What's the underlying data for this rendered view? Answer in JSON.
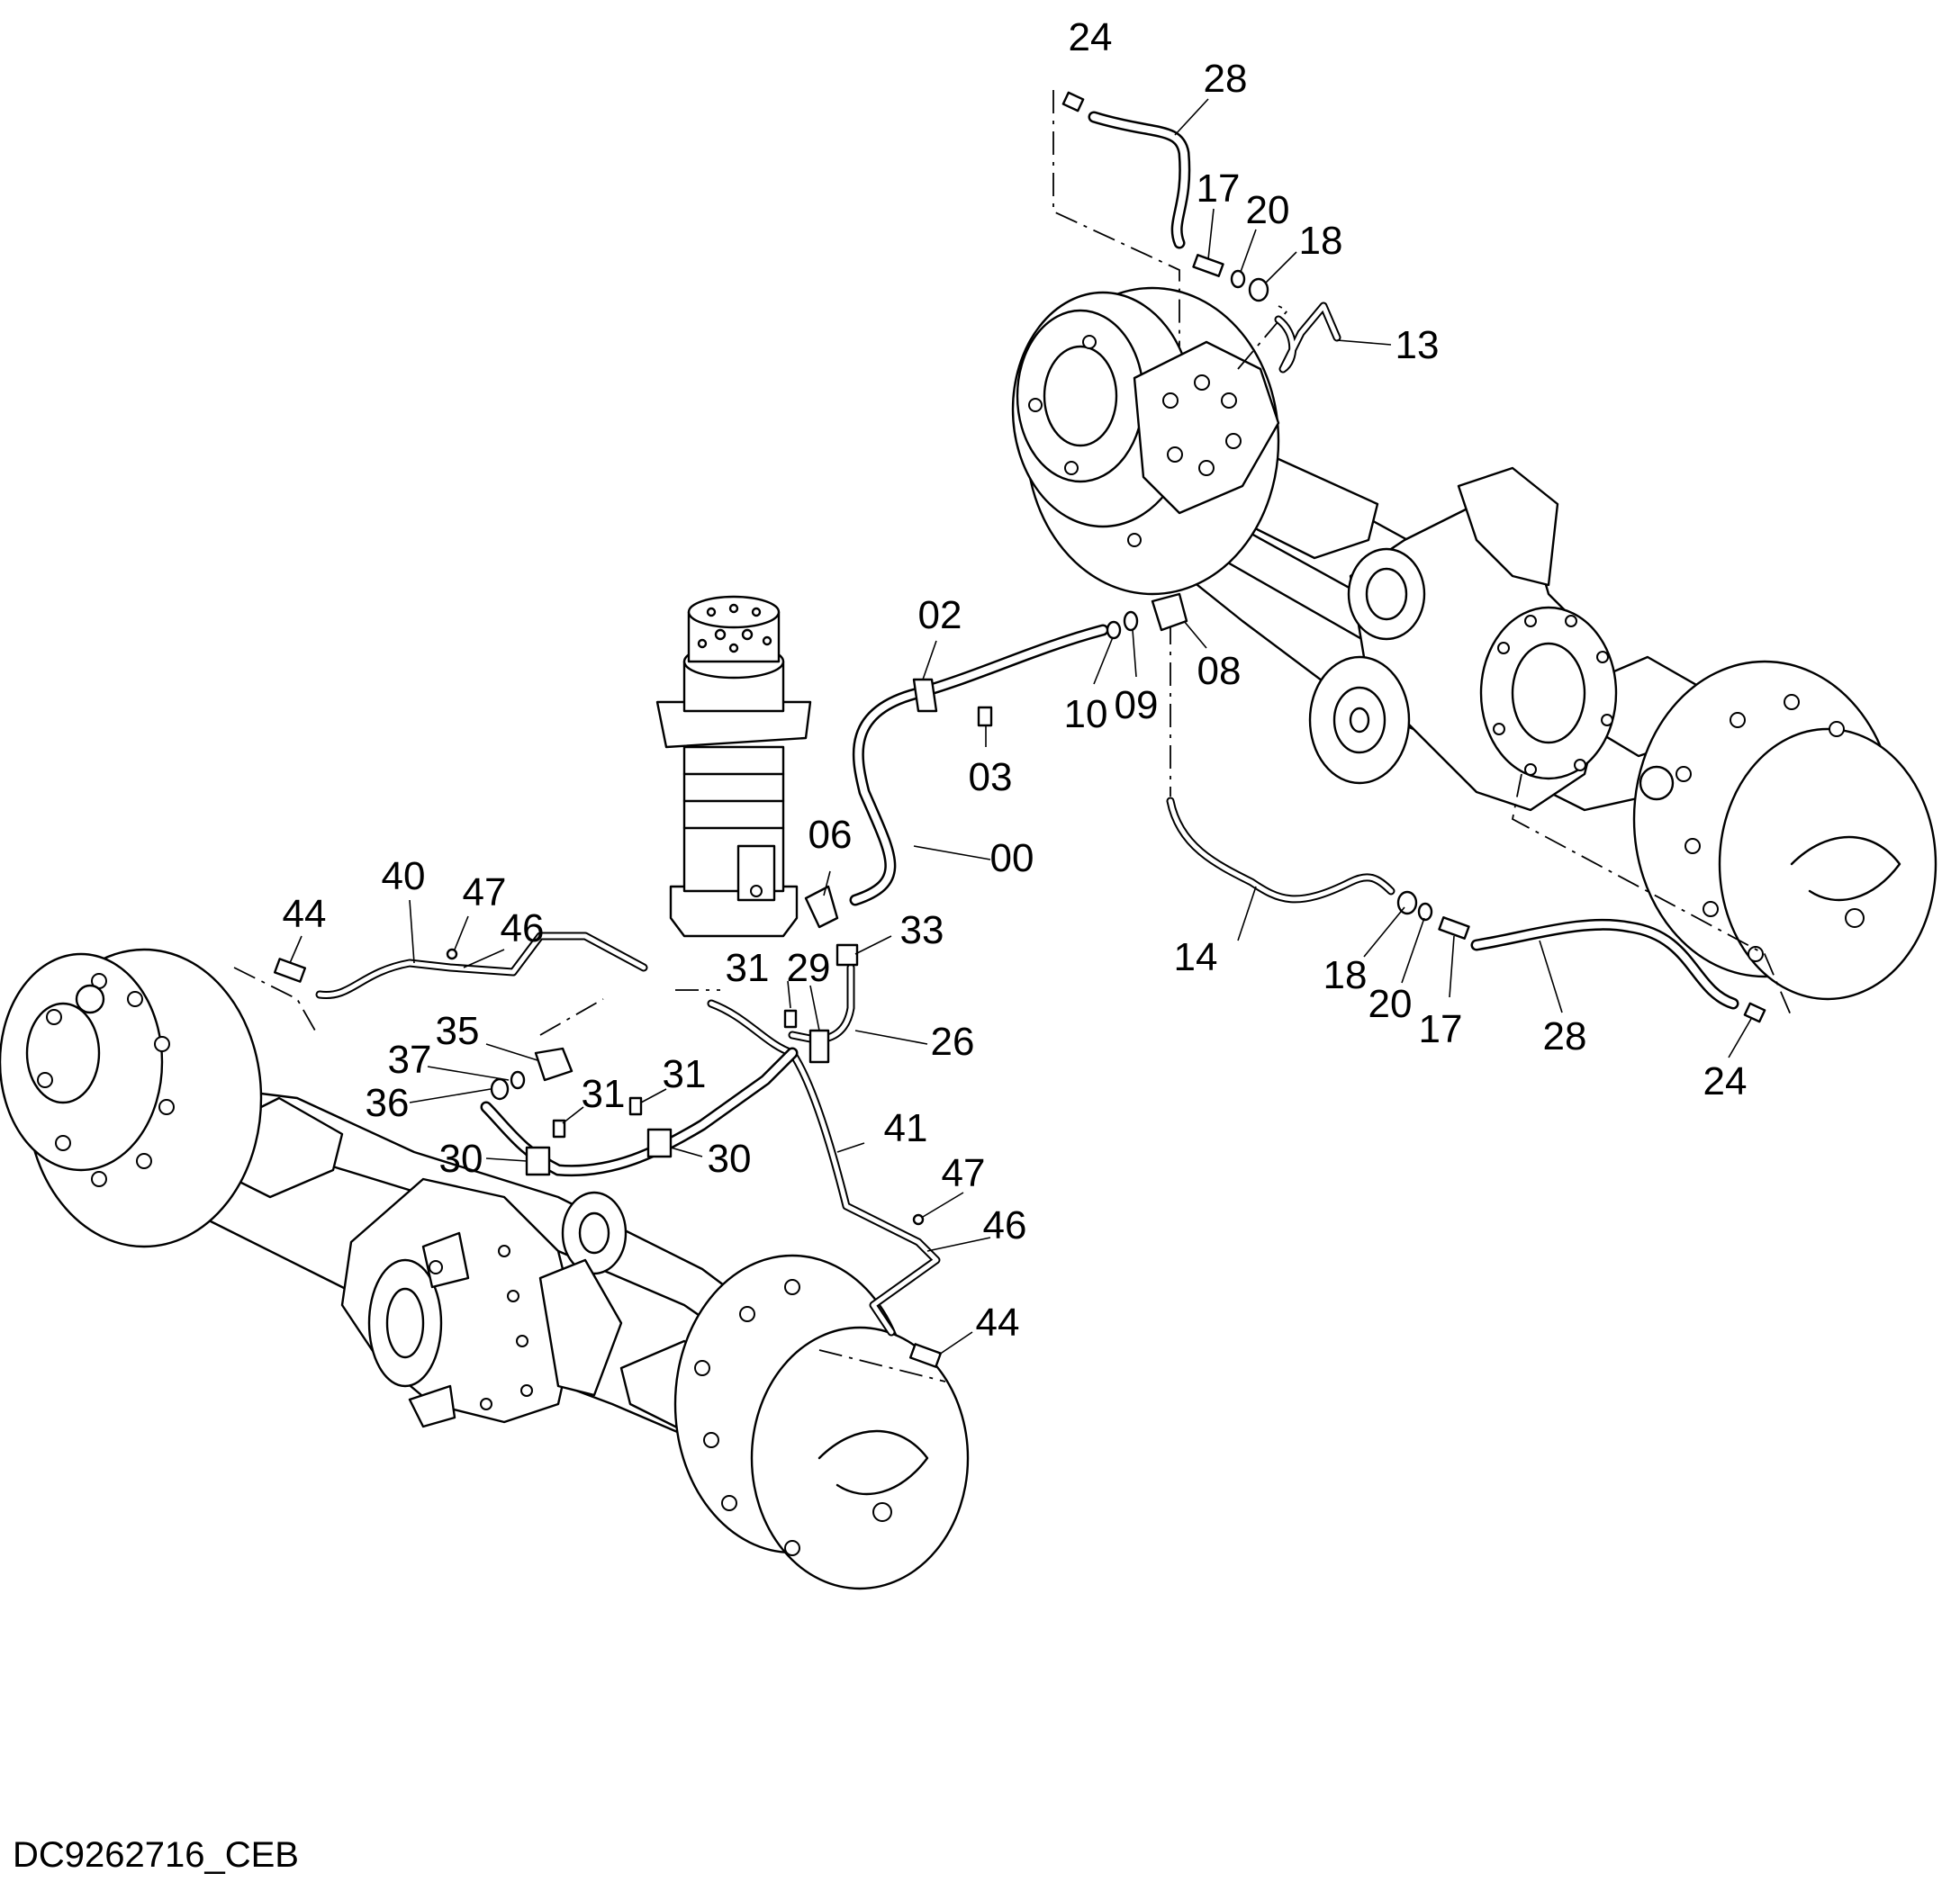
{
  "drawing_id": "DC9262716_CEB",
  "callouts": {
    "c24_top": "24",
    "c28_top": "28",
    "c17_top": "17",
    "c20_top": "20",
    "c18_top": "18",
    "c13": "13",
    "c02": "02",
    "c03": "03",
    "c10": "10",
    "c09": "09",
    "c08": "08",
    "c06": "06",
    "c00": "00",
    "c33": "33",
    "c40": "40",
    "c47_left": "47",
    "c46_left": "46",
    "c44_left": "44",
    "c35": "35",
    "c37": "37",
    "c36": "36",
    "c31_a": "31",
    "c29": "29",
    "c26": "26",
    "c31_b": "31",
    "c31_c": "31",
    "c30_left": "30",
    "c30_right": "30",
    "c41": "41",
    "c47_right": "47",
    "c46_right": "46",
    "c44_right": "44",
    "c14": "14",
    "c18_bottom": "18",
    "c20_bottom": "20",
    "c17_bottom": "17",
    "c28_bottom": "28",
    "c24_bottom": "24"
  }
}
